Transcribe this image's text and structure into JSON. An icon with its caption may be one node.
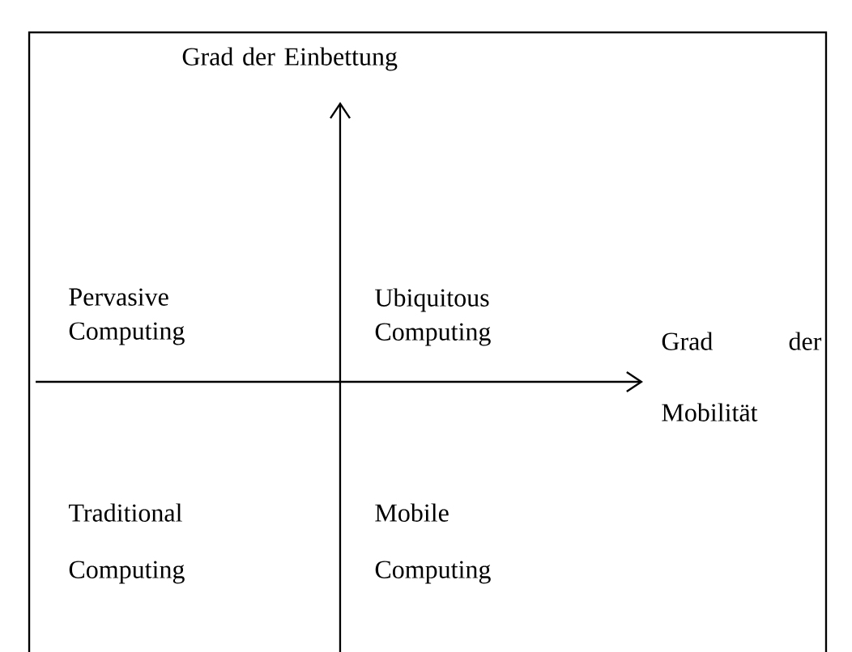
{
  "diagram": {
    "labels": [
      "Grad der Einbettung",
      "Pervasive Computing",
      "Ubiquitous Computing",
      "Grad der Mobilität",
      "Traditional Computing",
      "Mobile Computing"
    ]
  }
}
